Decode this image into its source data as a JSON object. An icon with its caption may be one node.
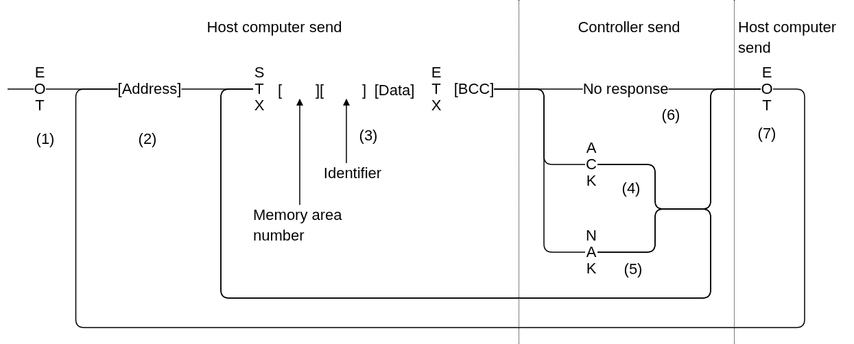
{
  "diagram": {
    "nodes": [
      {
        "text": [
          "EOT"
        ],
        "beside": [
          "(1)"
        ]
      },
      {
        "text": [
          "[Address]"
        ],
        "beside": [
          "(2)"
        ]
      },
      {
        "text": [
          "STX"
        ]
      },
      {
        "text": [
          "[BCC]"
        ]
      },
      {
        "text": [
          "No response"
        ],
        "beside": [
          "(6)"
        ]
      },
      {
        "text": [
          "ACK"
        ],
        "beside": [
          "(4)"
        ]
      },
      {
        "text": [
          "NAK"
        ],
        "beside": [
          "(5)"
        ]
      },
      {
        "text": [
          "EOT"
        ],
        "beside": [
          "(7)"
        ]
      },
      {
        "text": [
          "Memory area number"
        ]
      },
      {
        "text": [
          "Identifier"
        ]
      }
    ],
    "edges": [
      {
        "from": null,
        "to": 0,
        "arrow": "none"
      },
      {
        "from": 0,
        "to": 1,
        "arrow": "none"
      },
      {
        "from": 1,
        "to": 2,
        "arrow": "none"
      },
      {
        "from": 3,
        "to": 4,
        "arrow": "none"
      },
      {
        "from": 3,
        "to": 5,
        "arrow": "none"
      },
      {
        "from": 3,
        "to": 6,
        "arrow": "none"
      },
      {
        "from": 4,
        "to": 7,
        "arrow": "none"
      },
      {
        "from": 5,
        "to": 7,
        "arrow": "none"
      },
      {
        "from": 6,
        "to": 7,
        "arrow": "none"
      },
      {
        "from": 5,
        "to": 2,
        "arrow": "none"
      },
      {
        "from": 6,
        "to": 2,
        "arrow": "none"
      },
      {
        "from": 7,
        "to": 1,
        "arrow": "none"
      },
      {
        "from": 8,
        "to": null,
        "arrow": "to"
      },
      {
        "from": 9,
        "to": null,
        "arrow": "to"
      }
    ],
    "labels": [
      "Host computer send",
      "Controller send",
      "Host computer send",
      "[",
      "][",
      "]",
      "[Data]",
      "ETX",
      "(3)"
    ]
  }
}
